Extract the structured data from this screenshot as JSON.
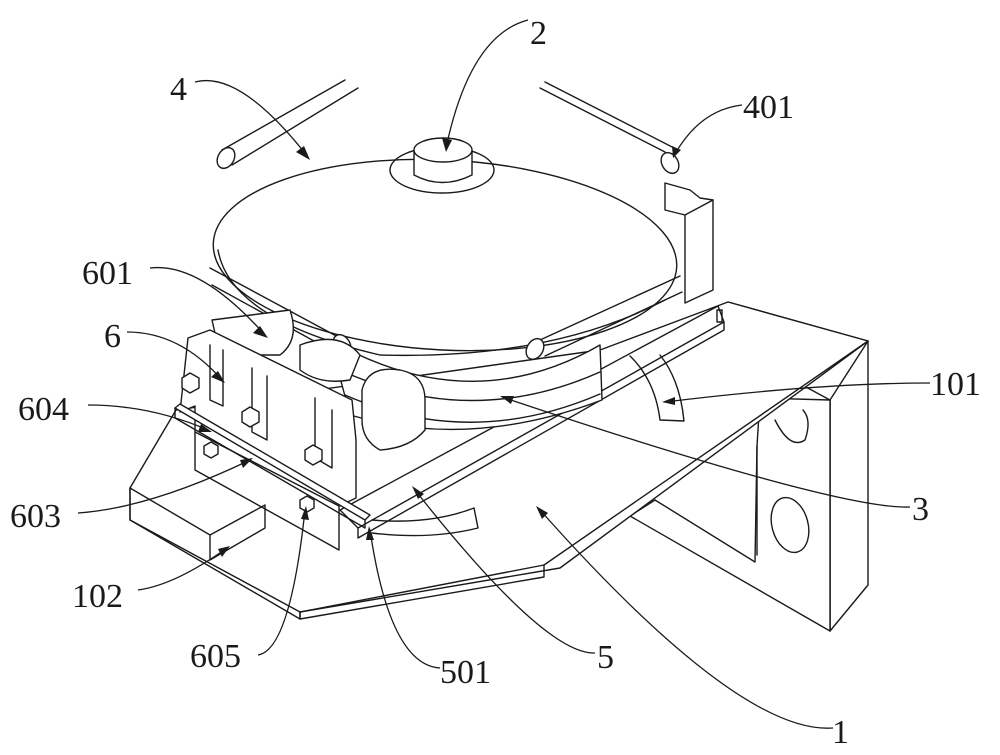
{
  "figure": {
    "type": "patent perspective drawing",
    "line_color": "#1a1a1a",
    "background": "#ffffff"
  },
  "labels": {
    "l1": {
      "text": "1",
      "part": "mounting base / bracket"
    },
    "l101": {
      "text": "101",
      "part": "arc guide slot"
    },
    "l102": {
      "text": "102",
      "part": "sliding groove"
    },
    "l2": {
      "text": "2",
      "part": "center shaft"
    },
    "l3": {
      "text": "3",
      "part": "bending die wheel"
    },
    "l4": {
      "text": "4",
      "part": "turntable disc"
    },
    "l401": {
      "text": "401",
      "part": "tube"
    },
    "l5": {
      "text": "5",
      "part": "rotating arm plate"
    },
    "l501": {
      "text": "501",
      "part": "arm end"
    },
    "l6": {
      "text": "6",
      "part": "clamping block"
    },
    "l601": {
      "text": "601",
      "part": "clamping roller"
    },
    "l603": {
      "text": "603",
      "part": "guide rail"
    },
    "l604": {
      "text": "604",
      "part": "slide bar"
    },
    "l605": {
      "text": "605",
      "part": "fixing bolt"
    }
  }
}
